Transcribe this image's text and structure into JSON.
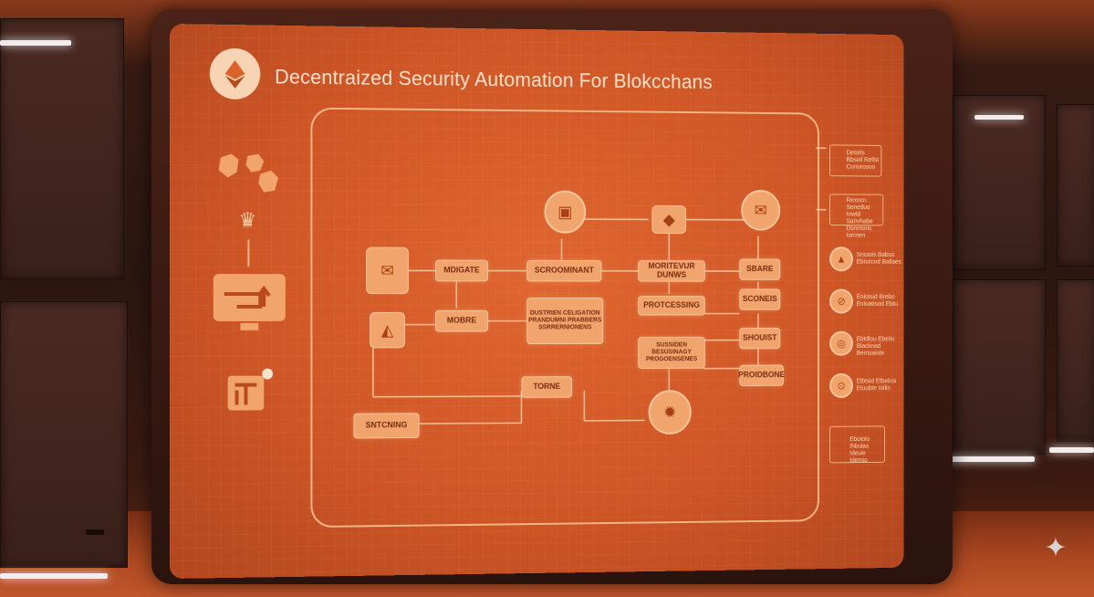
{
  "screen": {
    "title": "Decentraized Security Automation For Blokcchans"
  },
  "diagram": {
    "nodes": {
      "mdigate": "MDIGATE",
      "mobre": "MOBRE",
      "scroomint": "SCROOMINANT",
      "description": "DUSTRIEN CELIGATION PRANDUMNI PRABBERS SSRRERNIONENS",
      "monitor": "MORITEVUR DUNWS",
      "protsing": "PROTCESSING",
      "subcover": "SUSSIDEN BESUSINAGY PROGOENSENES",
      "sbare": "SBARE",
      "scones": "SCONEIS",
      "shouist": "SHOUIST",
      "prodbone": "PROIDBONE",
      "torne": "TORNE",
      "sntcning": "SNTCNING"
    },
    "right_items": [
      "Detoits Bbsoil Rellst Conurosoo",
      "Rexocn Seneduo Iowtd Sanvhabe Donmons Iorrnen",
      "Srsoois Babso Ebisxcod Ballaes",
      "Enlotsid Brebo Enloatisod Ebtu",
      "Ebtdlou Ebetiu Blacknad Bernsaiste",
      "Elbtsid Etbekra Etuubte Iollin",
      "Ebotolo Ihbulas Ideuie Idemio"
    ]
  },
  "icons": {
    "logo": "ethereum-icon",
    "sparkle": "sparkle-icon"
  }
}
